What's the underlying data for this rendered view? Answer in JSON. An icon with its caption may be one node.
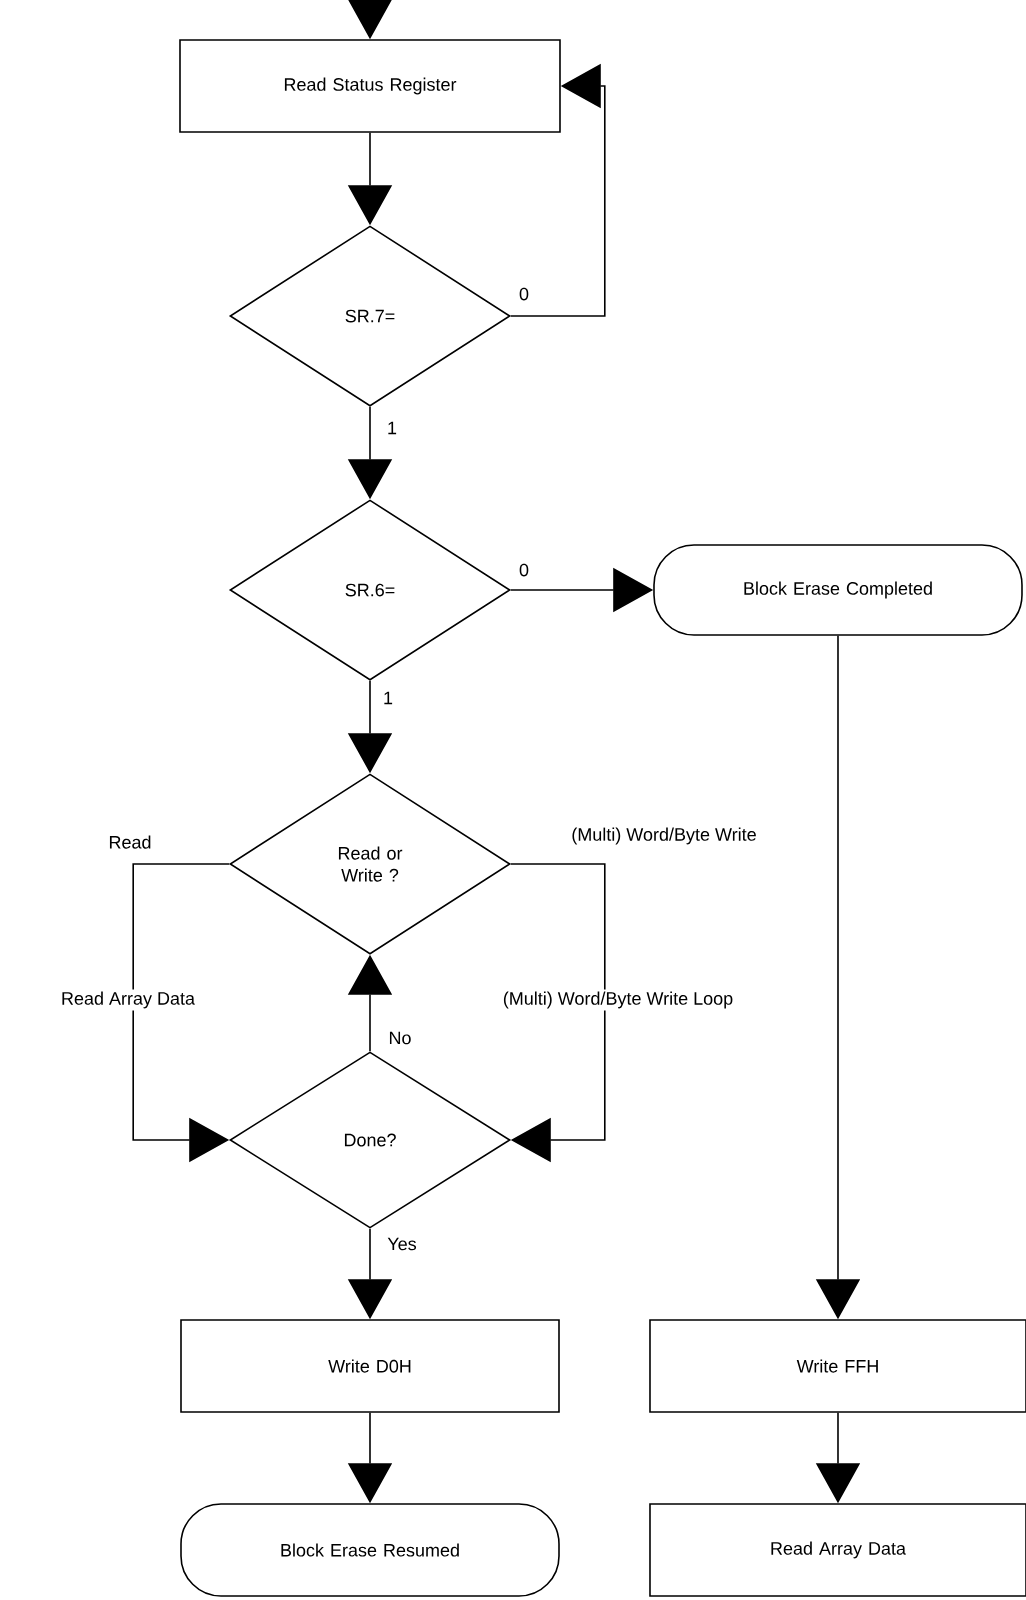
{
  "diagram": {
    "nodes": [
      {
        "text": [
          "Read Status Register"
        ]
      },
      {
        "text": [
          "SR.7="
        ]
      },
      {
        "text": [
          "SR.6="
        ]
      },
      {
        "text": [
          "Block Erase Completed"
        ]
      },
      {
        "text": [
          "Read or Write ?"
        ]
      },
      {
        "text": [
          "Done?"
        ]
      },
      {
        "text": [
          "Write D0H"
        ]
      },
      {
        "text": [
          "Block Erase Resumed"
        ]
      },
      {
        "text": [
          "Write FFH"
        ]
      },
      {
        "text": [
          "Read Array Data"
        ]
      }
    ],
    "edges": [
      {
        "from": null,
        "to": 0,
        "arrow": "to"
      },
      {
        "from": 0,
        "to": 1,
        "arrow": "to"
      },
      {
        "from": 1,
        "to": 0,
        "arrow": "to",
        "label": "0"
      },
      {
        "from": 1,
        "to": 2,
        "arrow": "to",
        "label": "1"
      },
      {
        "from": 2,
        "to": 3,
        "arrow": "to",
        "label": "0"
      },
      {
        "from": 2,
        "to": 4,
        "arrow": "to",
        "label": "1"
      },
      {
        "from": 4,
        "to": 5,
        "arrow": "to",
        "label": "Read"
      },
      {
        "from": 4,
        "to": 5,
        "arrow": "to",
        "label": "(Multi) Word/Byte Write"
      },
      {
        "from": 5,
        "to": 4,
        "arrow": "to",
        "label": "No"
      },
      {
        "from": 5,
        "to": 6,
        "arrow": "to",
        "label": "Yes"
      },
      {
        "from": 6,
        "to": 7,
        "arrow": "to"
      },
      {
        "from": 3,
        "to": 8,
        "arrow": "to"
      },
      {
        "from": 8,
        "to": 9,
        "arrow": "to"
      }
    ],
    "labels": [
      "Read Array Data",
      "(Multi) Word/Byte Write Loop"
    ]
  }
}
